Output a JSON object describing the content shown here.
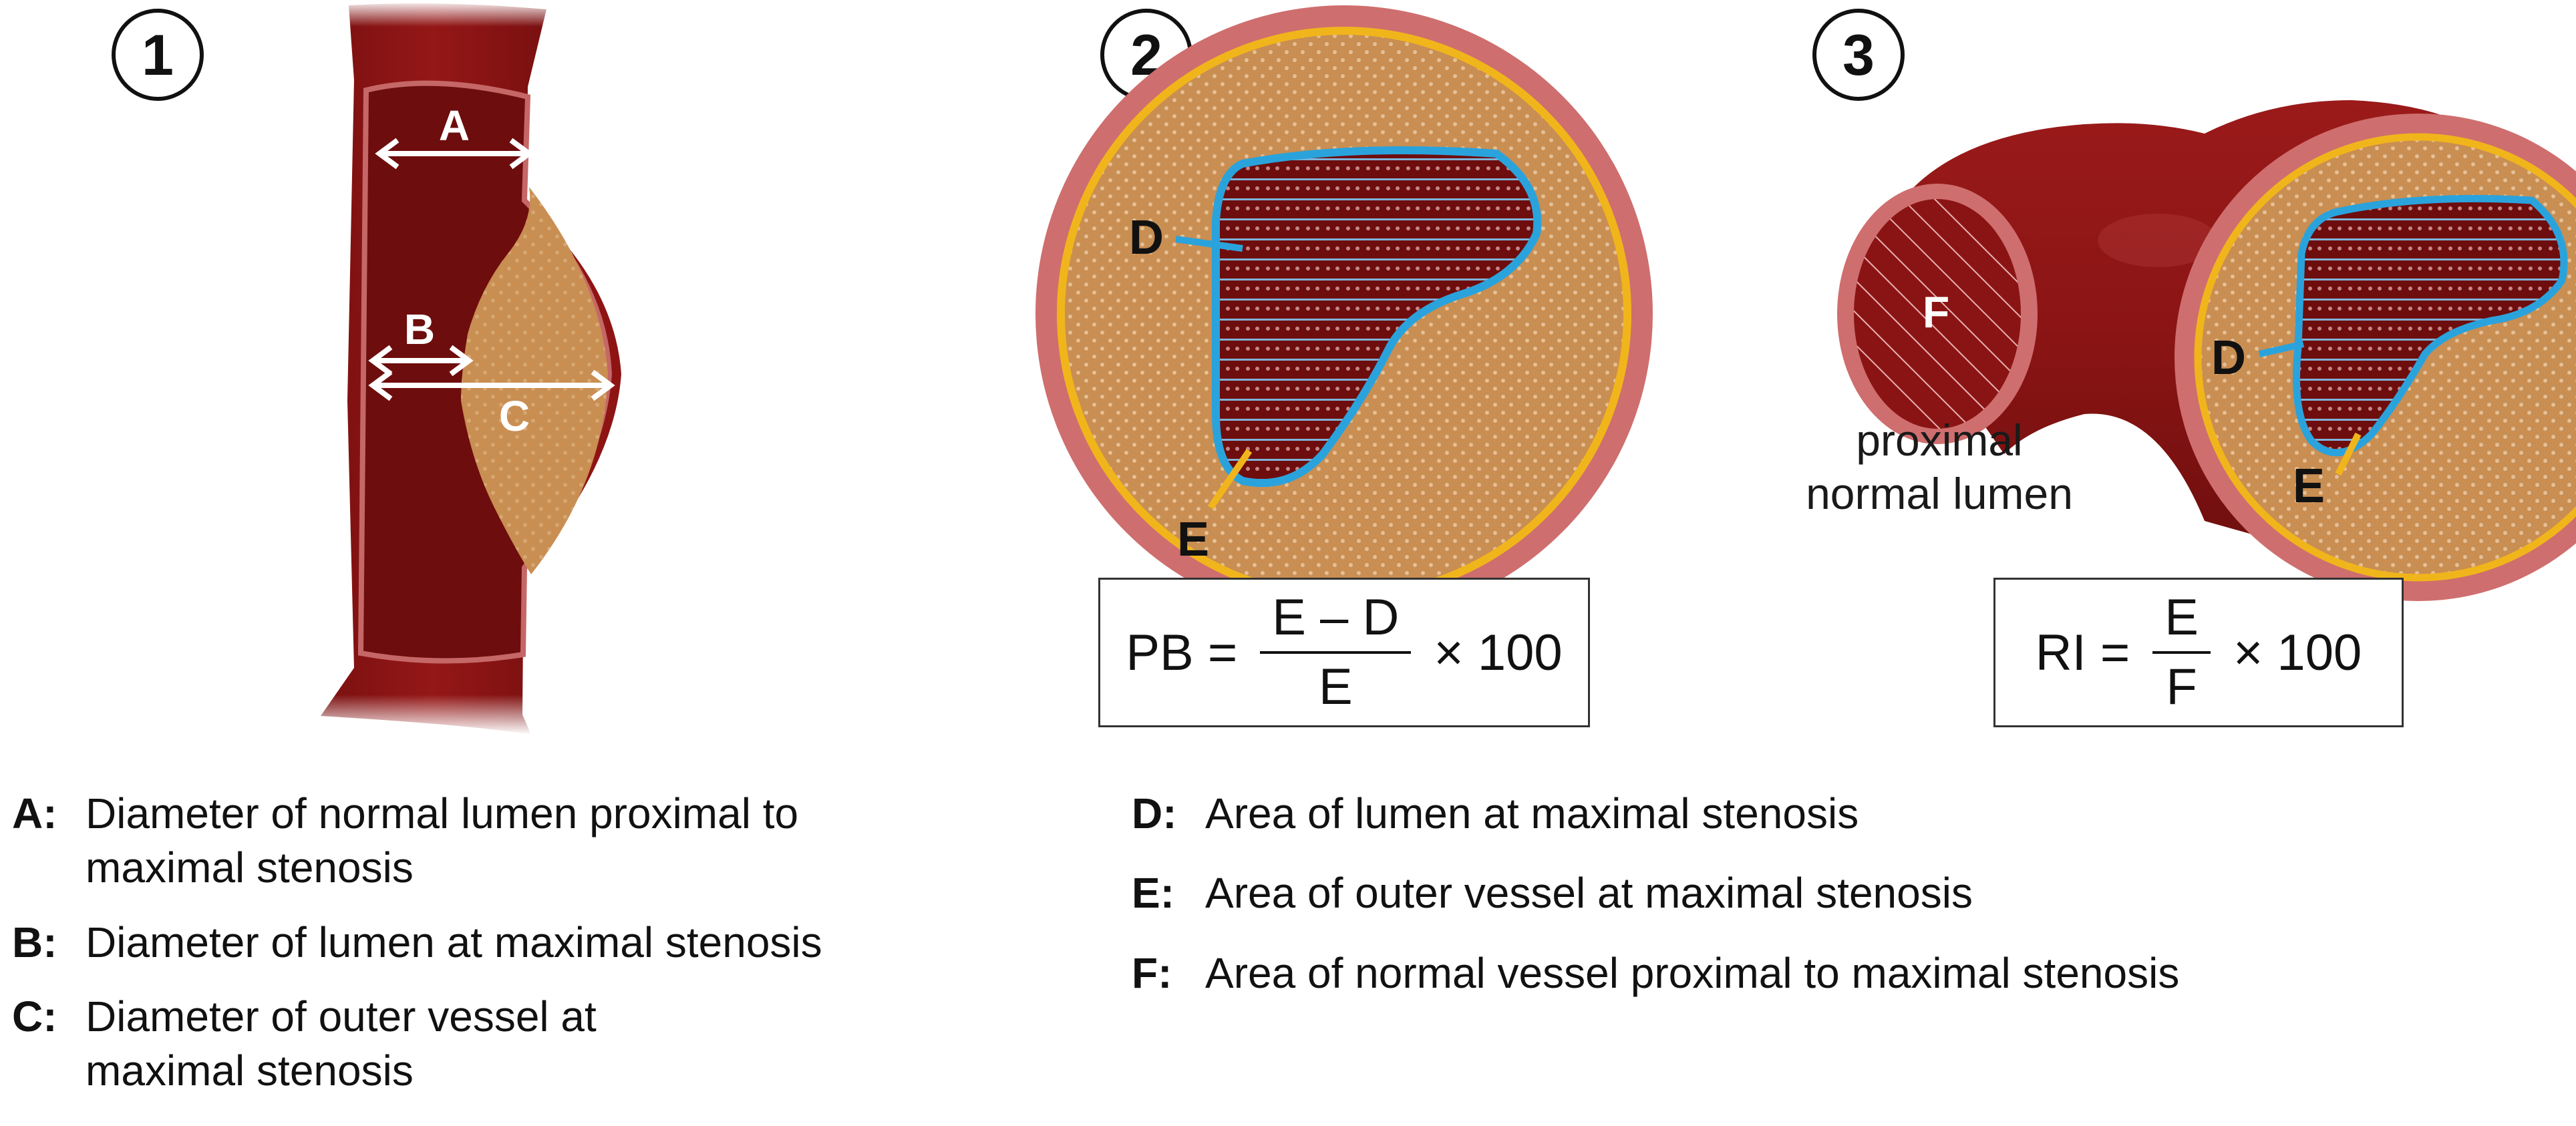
{
  "panels": [
    {
      "number": "1"
    },
    {
      "number": "2"
    },
    {
      "number": "3"
    }
  ],
  "labels": {
    "A": "A",
    "B": "B",
    "C": "C",
    "D": "D",
    "E": "E",
    "F": "F"
  },
  "proximal_caption": [
    "proximal",
    "normal lumen"
  ],
  "formulas": {
    "pb": {
      "lhs": "PB =",
      "numerator": "E – D",
      "denominator": "E",
      "rhs": "× 100"
    },
    "ri": {
      "lhs": "RI =",
      "numerator": "E",
      "denominator": "F",
      "rhs": "× 100"
    }
  },
  "legend": [
    {
      "key": "A:",
      "text": "Diameter of normal lumen proximal to maximal stenosis"
    },
    {
      "key": "B:",
      "text": "Diameter of lumen at maximal stenosis"
    },
    {
      "key": "C:",
      "text": "Diameter of outer vessel at maximal stenosis"
    },
    {
      "key": "D:",
      "text": "Area of lumen at maximal stenosis"
    },
    {
      "key": "E:",
      "text": "Area of outer vessel at maximal stenosis"
    },
    {
      "key": "F:",
      "text": "Area of normal vessel proximal to maximal stenosis"
    }
  ],
  "colors": {
    "vessel_wall": "#8e1414",
    "lumen": "#6e0d0d",
    "plaque": "#c98e52",
    "lumen_outline": "#2aa3dc",
    "outer_outline": "#f1b51c",
    "rim": "#cf6e6e"
  }
}
